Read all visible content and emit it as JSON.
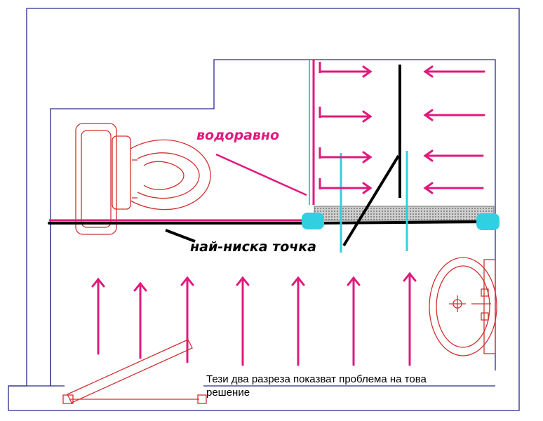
{
  "labels": {
    "horizontal": "водоравно",
    "lowest_point": "най-ниска точка",
    "note_line1": "Тези два разреза показват проблема на това",
    "note_line2": "решение"
  },
  "colors": {
    "wall": "#2a2a8c",
    "fixture": "#d23030",
    "arrow": "#e0197d",
    "cut": "#30d0e0",
    "black": "#000000",
    "grate": "#9a9a9a"
  },
  "arrows": {
    "upward_count": 7,
    "right_pointing_count": 4,
    "left_pointing_count": 4
  }
}
